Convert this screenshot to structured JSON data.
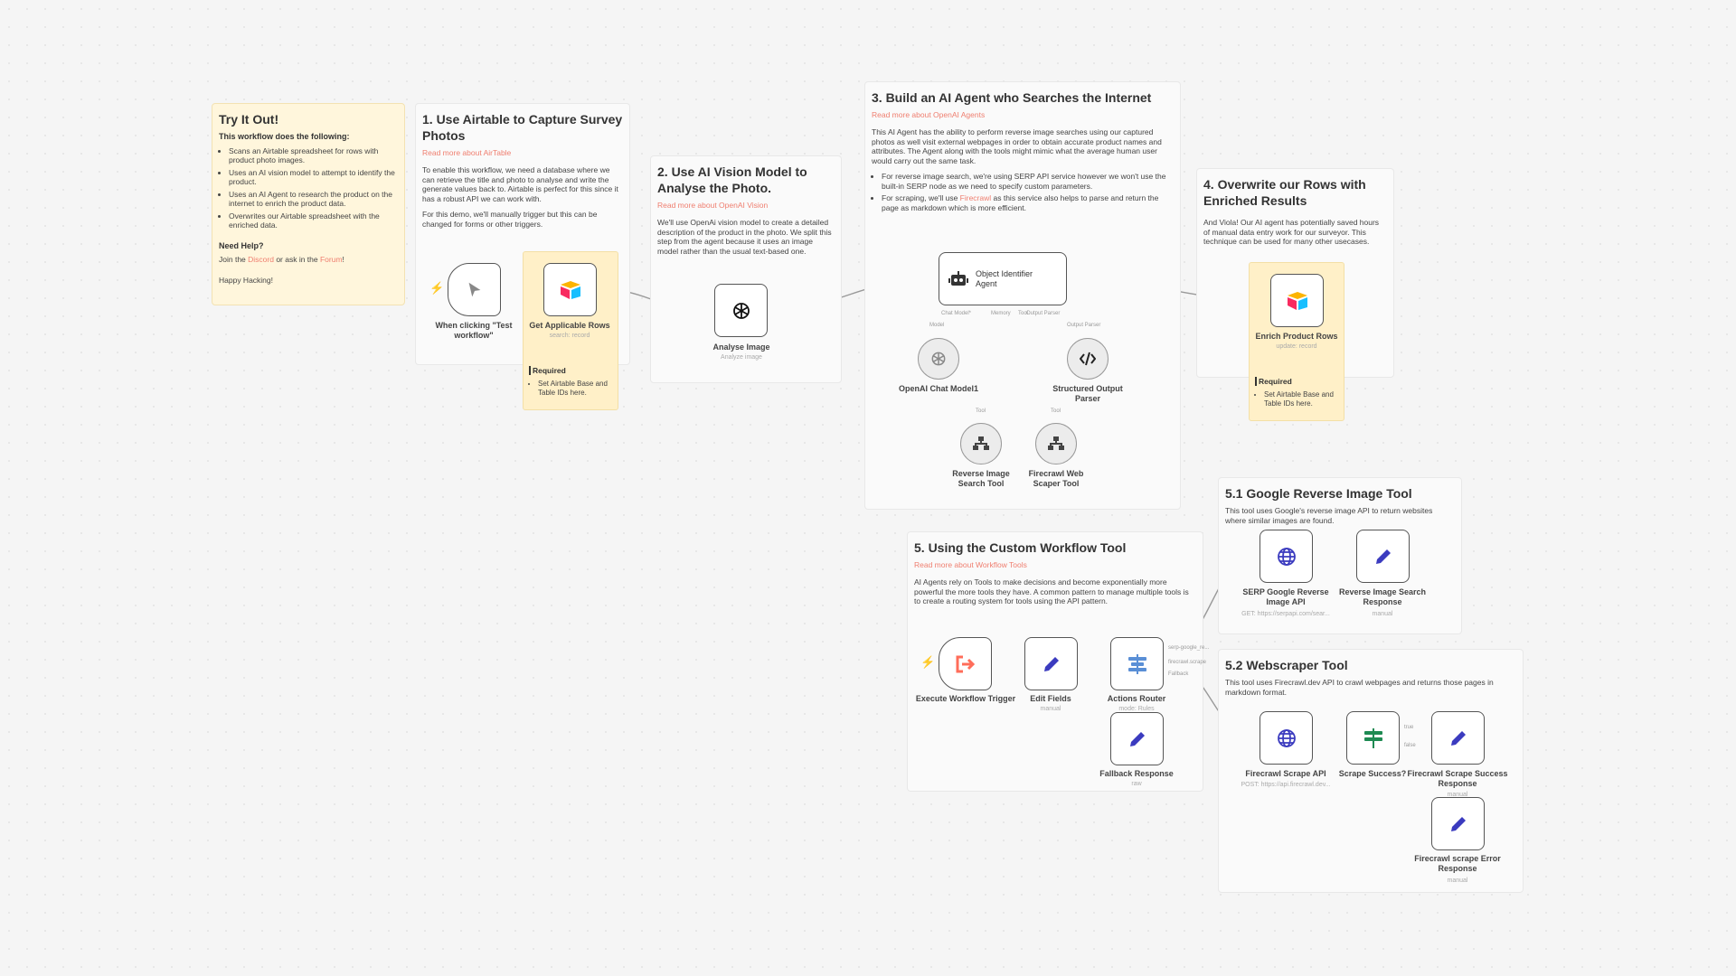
{
  "notes": {
    "try": {
      "title": "Try It Out!",
      "intro": "This workflow does the following:",
      "items": [
        "Scans an Airtable spreadsheet for rows with product photo images.",
        "Uses an AI vision model to attempt to identify the product.",
        "Uses an AI Agent to research the product on the internet to enrich the product data.",
        "Overwrites our Airtable spreadsheet with the enriched data."
      ],
      "help_title": "Need Help?",
      "help_pre": "Join the ",
      "help_discord": "Discord",
      "help_mid": " or ask in the ",
      "help_forum": "Forum",
      "help_post": "!",
      "happy": "Happy Hacking!"
    },
    "s1": {
      "title": "1. Use Airtable to Capture Survey Photos",
      "link": "Read more about AirTable",
      "p1": "To enable this workflow, we need a database where we can retrieve the title and photo to analyse and write the generate values back to. Airtable is perfect for this since it has a robust API we can work with.",
      "p2": "For this demo, we'll manually trigger but this can be changed for forms or other triggers."
    },
    "s2": {
      "title": "2. Use AI Vision Model to Analyse the Photo.",
      "link": "Read more about OpenAI Vision",
      "p1": "We'll use OpenAi vision model to create a detailed description of the product in the photo. We split this step from the agent because it uses an image model rather than the usual text-based one."
    },
    "s3": {
      "title": "3. Build an AI Agent who Searches the Internet",
      "link": "Read more about OpenAI Agents",
      "p1": "This AI Agent has the ability to perform reverse image searches using our captured photos as well visit external webpages in order to obtain accurate product names and attributes. The Agent along with the tools might mimic what the average human user would carry out the same task.",
      "b1": "For reverse image search, we're using SERP API service however we won't use the built-in SERP node as we need to specify custom parameters.",
      "b2_pre": "For scraping, we'll use ",
      "b2_link": "Firecrawl",
      "b2_post": " as this service also helps to parse and return the page as markdown which is more efficient."
    },
    "s4": {
      "title": "4. Overwrite our Rows with Enriched Results",
      "p1": "And Viola! Our AI agent has potentially saved hours of manual data entry work for our surveyor. This technique can be used for many other usecases."
    },
    "s5": {
      "title": "5. Using the Custom Workflow Tool",
      "link": "Read more about Workflow Tools",
      "p1": "AI Agents rely on Tools to make decisions and become exponentially more powerful the more tools they have. A common pattern to manage multiple tools is to create a routing system for tools using the API pattern."
    },
    "s51": {
      "title": "5.1 Google Reverse Image Tool",
      "p1": "This tool uses Google's reverse image API to return websites where similar images are found."
    },
    "s52": {
      "title": "5.2 Webscraper Tool",
      "p1": "This tool uses Firecrawl.dev API to crawl webpages and returns those pages in markdown format."
    },
    "req1": {
      "title": "Required",
      "item": "Set Airtable Base and Table IDs here."
    },
    "req2": {
      "title": "Required",
      "item": "Set Airtable Base and Table IDs here."
    }
  },
  "nodes": {
    "manual_trigger": {
      "label": "When clicking \"Test workflow\"",
      "icon": "cursor-icon"
    },
    "get_rows": {
      "label": "Get Applicable Rows",
      "sub": "search: record",
      "icon": "airtable-icon"
    },
    "analyse": {
      "label": "Analyse Image",
      "sub": "Analyze image",
      "icon": "openai-icon"
    },
    "agent": {
      "label": "Object Identifier Agent",
      "icon": "robot-icon"
    },
    "chat_model": {
      "label": "OpenAI Chat Model1",
      "icon": "openai-icon"
    },
    "parser": {
      "label": "Structured Output Parser",
      "icon": "code-icon"
    },
    "reverse_tool": {
      "label": "Reverse Image Search Tool",
      "icon": "workflow-icon"
    },
    "firecrawl_tool": {
      "label": "Firecrawl Web Scaper Tool",
      "icon": "workflow-icon"
    },
    "enrich": {
      "label": "Enrich Product Rows",
      "sub": "update: record",
      "icon": "airtable-icon"
    },
    "exec_trigger": {
      "label": "Execute Workflow Trigger",
      "icon": "exec-trigger-icon"
    },
    "edit_fields": {
      "label": "Edit Fields",
      "sub": "manual",
      "icon": "pencil-icon"
    },
    "router": {
      "label": "Actions Router",
      "sub": "mode: Rules",
      "icon": "switch-icon"
    },
    "fallback": {
      "label": "Fallback Response",
      "sub": "raw",
      "icon": "pencil-icon"
    },
    "serp": {
      "label": "SERP Google Reverse Image API",
      "sub": "GET: https://serpapi.com/sear...",
      "icon": "globe-icon"
    },
    "reverse_resp": {
      "label": "Reverse Image Search Response",
      "sub": "manual",
      "icon": "pencil-icon"
    },
    "fc_api": {
      "label": "Firecrawl Scrape API",
      "sub": "POST: https://api.firecrawl.dev...",
      "icon": "globe-icon"
    },
    "scrape_success": {
      "label": "Scrape Success?",
      "icon": "if-icon"
    },
    "fc_success_resp": {
      "label": "Firecrawl Scrape Success Response",
      "sub": "manual",
      "icon": "pencil-icon"
    },
    "fc_error_resp": {
      "label": "Firecrawl scrape Error Response",
      "sub": "manual",
      "icon": "pencil-icon"
    }
  },
  "ports": {
    "chat_model": "Chat Model*",
    "memory": "Memory",
    "tool": "Tool",
    "output_parser": "Output Parser",
    "model": "Model",
    "tool_a": "Tool",
    "tool_b": "Tool",
    "out_parser_top": "Output Parser",
    "router_1": "serp-google_re...",
    "router_2": "firecrawl.scrape",
    "router_3": "Fallback",
    "if_true": "true",
    "if_false": "false"
  },
  "colors": {
    "accent": "#ff6d5a",
    "sticky_yellow": "#fff6dc",
    "icon_blue": "#3b3bbf",
    "switch_blue": "#5a8fd6",
    "if_green": "#1e8a52"
  }
}
